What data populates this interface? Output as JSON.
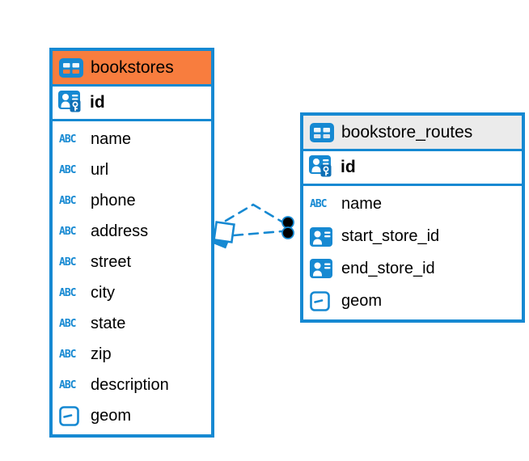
{
  "colors": {
    "accent-blue": "#1689D2",
    "key-blue-dark": "#0E6FB5",
    "orange": "#F87D3E",
    "header-gray": "#EBEBEB",
    "icon-cell-light": "#DCE6EE",
    "text": "#000000",
    "connector-dot": "#000000"
  },
  "icons": {
    "text_glyph": "ABC"
  },
  "tables": [
    {
      "name": "bookstores",
      "icon": "table-icon",
      "header_color": "#F87D3E",
      "primary_key": {
        "name": "id",
        "icon": "primary-key-icon"
      },
      "columns": [
        {
          "name": "name",
          "icon": "text-icon"
        },
        {
          "name": "url",
          "icon": "text-icon"
        },
        {
          "name": "phone",
          "icon": "text-icon"
        },
        {
          "name": "address",
          "icon": "text-icon"
        },
        {
          "name": "street",
          "icon": "text-icon"
        },
        {
          "name": "city",
          "icon": "text-icon"
        },
        {
          "name": "state",
          "icon": "text-icon"
        },
        {
          "name": "zip",
          "icon": "text-icon"
        },
        {
          "name": "description",
          "icon": "text-icon"
        },
        {
          "name": "geom",
          "icon": "geometry-icon"
        }
      ]
    },
    {
      "name": "bookstore_routes",
      "icon": "table-icon",
      "header_color": "#EBEBEB",
      "primary_key": {
        "name": "id",
        "icon": "primary-key-icon"
      },
      "columns": [
        {
          "name": "name",
          "icon": "text-icon"
        },
        {
          "name": "start_store_id",
          "icon": "reference-icon"
        },
        {
          "name": "end_store_id",
          "icon": "reference-icon"
        },
        {
          "name": "geom",
          "icon": "geometry-icon"
        }
      ]
    }
  ],
  "relationship": {
    "from_table": "bookstores",
    "to_table": "bookstore_routes",
    "line_style": "dashed",
    "endpoints": 2
  }
}
